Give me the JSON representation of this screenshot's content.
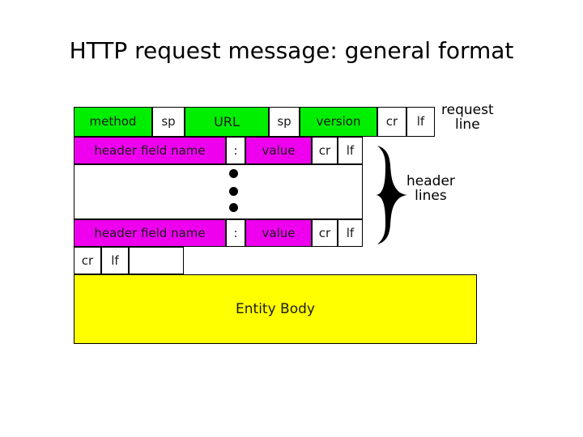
{
  "slide": {
    "title": "HTTP request message: general format",
    "background": "#ffffff"
  },
  "colors": {
    "request_line_fill": "#00ee00",
    "header_line_fill": "#ee00ee",
    "entity_body_fill": "#ffff00",
    "empty_fill": "#ffffff",
    "stroke": "#000000",
    "text": "#000000"
  },
  "diagram": {
    "request_line": {
      "label": "request line",
      "label_line1": "request",
      "label_line2": "line",
      "cells": [
        {
          "text": "method",
          "fill": "green"
        },
        {
          "text": "sp",
          "fill": "white"
        },
        {
          "text": "URL",
          "fill": "green"
        },
        {
          "text": "sp",
          "fill": "white"
        },
        {
          "text": "version",
          "fill": "green"
        },
        {
          "text": "cr",
          "fill": "white"
        },
        {
          "text": "lf",
          "fill": "white"
        }
      ]
    },
    "header_lines": {
      "label": "header lines",
      "label_line1": "header",
      "label_line2": "lines",
      "brace_icon": "right-curly-brace",
      "first_row": [
        {
          "text": "header field name",
          "fill": "magenta"
        },
        {
          "text": ":",
          "fill": "white"
        },
        {
          "text": "value",
          "fill": "magenta"
        },
        {
          "text": "cr",
          "fill": "white"
        },
        {
          "text": "lf",
          "fill": "white"
        }
      ],
      "ellipsis_row": {
        "text": "",
        "fill": "white",
        "dots": 3,
        "icon": "vertical-ellipsis-icon"
      },
      "last_row": [
        {
          "text": "header field name",
          "fill": "magenta"
        },
        {
          "text": ":",
          "fill": "white"
        },
        {
          "text": "value",
          "fill": "magenta"
        },
        {
          "text": "cr",
          "fill": "white"
        },
        {
          "text": "lf",
          "fill": "white"
        }
      ]
    },
    "blank_line": [
      {
        "text": "cr",
        "fill": "white"
      },
      {
        "text": "lf",
        "fill": "white"
      },
      {
        "text": "",
        "fill": "white"
      }
    ],
    "entity_body": {
      "text": "Entity Body",
      "fill": "yellow"
    }
  }
}
